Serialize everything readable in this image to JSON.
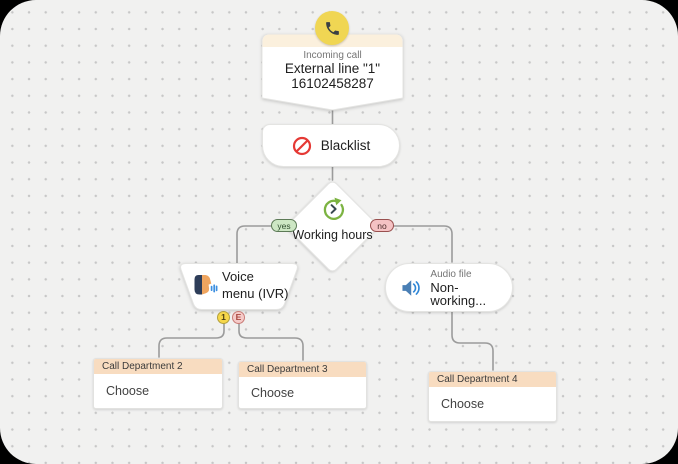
{
  "flow": {
    "incoming_call": {
      "eyebrow": "Incoming call",
      "line1": "External line \"1\"",
      "line2": "16102458287",
      "icon": "phone-icon"
    },
    "blacklist": {
      "label": "Blacklist",
      "icon": "block-icon"
    },
    "working_hours": {
      "label": "Working hours",
      "icon": "clock-refresh-icon",
      "yes": "yes",
      "no": "no"
    },
    "voice_menu": {
      "lines": [
        "Voice",
        "menu (IVR)"
      ],
      "icon": "speaking-head-icon",
      "ports": [
        "1",
        "E"
      ]
    },
    "audio_file": {
      "eyebrow": "Audio file",
      "label": "Non-working...",
      "icon": "speaker-icon"
    },
    "departments": [
      {
        "title": "Call Department 2",
        "value": "Choose"
      },
      {
        "title": "Call Department 3",
        "value": "Choose"
      },
      {
        "title": "Call Department 4",
        "value": "Choose"
      }
    ]
  },
  "colors": {
    "canvas_bg": "#f1f1f0",
    "dot_grid": "#c7c7c7",
    "outside": "#000000",
    "node_header_band": "#f8dcc0",
    "incoming_band": "#fbf0dd",
    "phone_badge": "#f0d653",
    "yes_fill": "#cde7c4",
    "no_fill": "#f5c2c4",
    "port_1_fill": "#f6d74a",
    "port_e_fill": "#f5cbc9",
    "blacklist_red": "#e53935",
    "hours_green": "#7cb342",
    "audio_blue": "#2f86d6",
    "connector_line": "#9b9b9b"
  }
}
